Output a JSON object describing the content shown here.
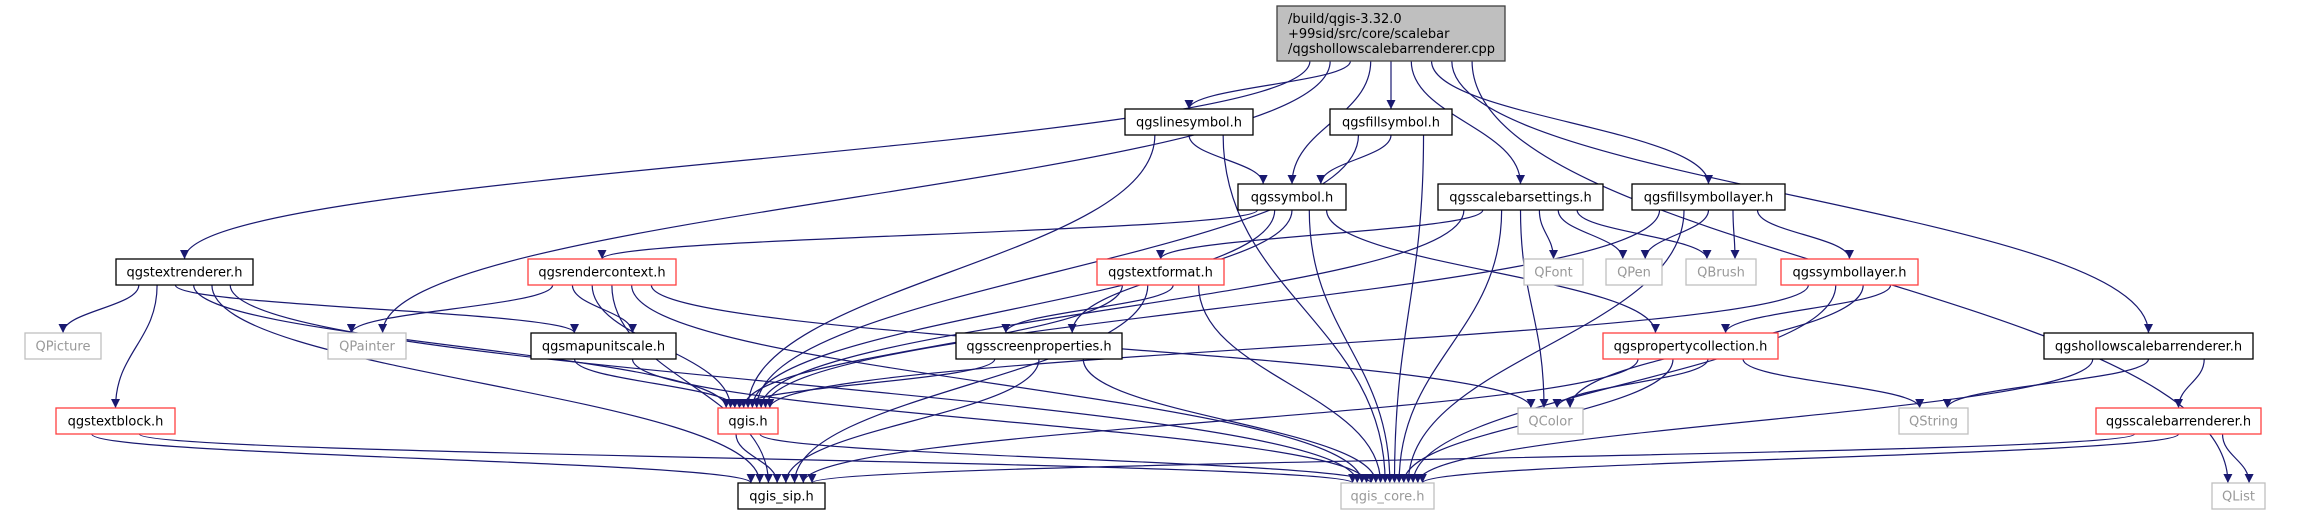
{
  "graph": {
    "type": "include-dependency-graph",
    "colors": {
      "edge": "#191970",
      "red_border": "#ff4040",
      "black_border": "#000000",
      "gray_border": "#bfbfbf",
      "gray_text": "#999999",
      "root_fill": "#bfbfbf"
    },
    "nodes": {
      "root": {
        "lines": [
          "/build/qgis-3.32.0",
          "+99sid/src/core/scalebar",
          "/qgshollowscalebarrenderer.cpp"
        ],
        "style": "root"
      },
      "qgslinesymbol": {
        "lines": [
          "qgslinesymbol.h"
        ],
        "style": "black"
      },
      "qgsfillsymbol": {
        "lines": [
          "qgsfillsymbol.h"
        ],
        "style": "black"
      },
      "qgssymbol": {
        "lines": [
          "qgssymbol.h"
        ],
        "style": "black"
      },
      "qgsscalebarsettings": {
        "lines": [
          "qgsscalebarsettings.h"
        ],
        "style": "black"
      },
      "qgsfillsymbollayer": {
        "lines": [
          "qgsfillsymbollayer.h"
        ],
        "style": "black"
      },
      "qgstextrenderer": {
        "lines": [
          "qgstextrenderer.h"
        ],
        "style": "black"
      },
      "qgsrendercontext": {
        "lines": [
          "qgsrendercontext.h"
        ],
        "style": "red"
      },
      "qgstextformat": {
        "lines": [
          "qgstextformat.h"
        ],
        "style": "red"
      },
      "QFont": {
        "lines": [
          "QFont"
        ],
        "style": "gray"
      },
      "QPen": {
        "lines": [
          "QPen"
        ],
        "style": "gray"
      },
      "QBrush": {
        "lines": [
          "QBrush"
        ],
        "style": "gray"
      },
      "qgssymbollayer": {
        "lines": [
          "qgssymbollayer.h"
        ],
        "style": "red"
      },
      "QPicture": {
        "lines": [
          "QPicture"
        ],
        "style": "gray"
      },
      "QPainter": {
        "lines": [
          "QPainter"
        ],
        "style": "gray"
      },
      "qgsmapunitscale": {
        "lines": [
          "qgsmapunitscale.h"
        ],
        "style": "black"
      },
      "qgsscreenproperties": {
        "lines": [
          "qgsscreenproperties.h"
        ],
        "style": "black"
      },
      "qgspropertycollection": {
        "lines": [
          "qgspropertycollection.h"
        ],
        "style": "red"
      },
      "qgshollowscalebarrenderer": {
        "lines": [
          "qgshollowscalebarrenderer.h"
        ],
        "style": "black"
      },
      "qgstextblock": {
        "lines": [
          "qgstextblock.h"
        ],
        "style": "red"
      },
      "qgis": {
        "lines": [
          "qgis.h"
        ],
        "style": "red"
      },
      "QColor": {
        "lines": [
          "QColor"
        ],
        "style": "gray"
      },
      "QString": {
        "lines": [
          "QString"
        ],
        "style": "gray"
      },
      "qgsscalebarrenderer": {
        "lines": [
          "qgsscalebarrenderer.h"
        ],
        "style": "red"
      },
      "qgis_sip": {
        "lines": [
          "qgis_sip.h"
        ],
        "style": "black"
      },
      "qgis_core": {
        "lines": [
          "qgis_core.h"
        ],
        "style": "gray"
      },
      "QList": {
        "lines": [
          "QList"
        ],
        "style": "gray"
      }
    },
    "edges": [
      [
        "root",
        "qgstextrenderer"
      ],
      [
        "root",
        "QPainter"
      ],
      [
        "root",
        "qgslinesymbol"
      ],
      [
        "root",
        "qgssymbol"
      ],
      [
        "root",
        "qgsfillsymbol"
      ],
      [
        "root",
        "qgsscalebarsettings"
      ],
      [
        "root",
        "qgsfillsymbollayer"
      ],
      [
        "root",
        "qgshollowscalebarrenderer"
      ],
      [
        "root",
        "QList"
      ],
      [
        "qgslinesymbol",
        "qgssymbol"
      ],
      [
        "qgslinesymbol",
        "qgis"
      ],
      [
        "qgslinesymbol",
        "qgis_core"
      ],
      [
        "qgsfillsymbol",
        "qgssymbol"
      ],
      [
        "qgsfillsymbol",
        "qgis"
      ],
      [
        "qgsfillsymbol",
        "qgis_core"
      ],
      [
        "qgssymbol",
        "qgsrendercontext"
      ],
      [
        "qgssymbol",
        "qgis"
      ],
      [
        "qgssymbol",
        "qgsscreenproperties"
      ],
      [
        "qgssymbol",
        "qgspropertycollection"
      ],
      [
        "qgssymbol",
        "qgis_core"
      ],
      [
        "qgsscalebarsettings",
        "qgstextformat"
      ],
      [
        "qgsscalebarsettings",
        "qgis"
      ],
      [
        "qgsscalebarsettings",
        "QFont"
      ],
      [
        "qgsscalebarsettings",
        "QPen"
      ],
      [
        "qgsscalebarsettings",
        "QBrush"
      ],
      [
        "qgsscalebarsettings",
        "QColor"
      ],
      [
        "qgsscalebarsettings",
        "qgis_core"
      ],
      [
        "qgsfillsymbollayer",
        "QPen"
      ],
      [
        "qgsfillsymbollayer",
        "QBrush"
      ],
      [
        "qgsfillsymbollayer",
        "qgssymbollayer"
      ],
      [
        "qgsfillsymbollayer",
        "qgis_core"
      ],
      [
        "qgsfillsymbollayer",
        "qgis"
      ],
      [
        "qgstextrenderer",
        "QPicture"
      ],
      [
        "qgstextrenderer",
        "qgsmapunitscale"
      ],
      [
        "qgstextrenderer",
        "qgis"
      ],
      [
        "qgstextrenderer",
        "qgstextblock"
      ],
      [
        "qgstextrenderer",
        "qgis_sip"
      ],
      [
        "qgstextrenderer",
        "qgis_core"
      ],
      [
        "qgsrendercontext",
        "QPainter"
      ],
      [
        "qgsrendercontext",
        "qgsmapunitscale"
      ],
      [
        "qgsrendercontext",
        "qgis"
      ],
      [
        "qgsrendercontext",
        "qgis_sip"
      ],
      [
        "qgsrendercontext",
        "qgis_core"
      ],
      [
        "qgsrendercontext",
        "QColor"
      ],
      [
        "qgstextformat",
        "qgsscreenproperties"
      ],
      [
        "qgstextformat",
        "qgis"
      ],
      [
        "qgstextformat",
        "qgis_sip"
      ],
      [
        "qgstextformat",
        "qgis_core"
      ],
      [
        "qgssymbollayer",
        "qgis"
      ],
      [
        "qgssymbollayer",
        "qgspropertycollection"
      ],
      [
        "qgssymbollayer",
        "QColor"
      ],
      [
        "qgssymbollayer",
        "qgis_core"
      ],
      [
        "qgsmapunitscale",
        "qgis"
      ],
      [
        "qgsmapunitscale",
        "qgis_core"
      ],
      [
        "qgsscreenproperties",
        "qgis"
      ],
      [
        "qgsscreenproperties",
        "qgis_sip"
      ],
      [
        "qgsscreenproperties",
        "qgis_core"
      ],
      [
        "qgspropertycollection",
        "QColor"
      ],
      [
        "qgspropertycollection",
        "QString"
      ],
      [
        "qgspropertycollection",
        "qgis_sip"
      ],
      [
        "qgspropertycollection",
        "qgis_core"
      ],
      [
        "qgshollowscalebarrenderer",
        "QString"
      ],
      [
        "qgshollowscalebarrenderer",
        "qgsscalebarrenderer"
      ],
      [
        "qgshollowscalebarrenderer",
        "qgis_core"
      ],
      [
        "qgstextblock",
        "qgis_sip"
      ],
      [
        "qgstextblock",
        "qgis_core"
      ],
      [
        "qgis",
        "qgis_sip"
      ],
      [
        "qgis",
        "qgis_core"
      ],
      [
        "qgsscalebarrenderer",
        "qgis_sip"
      ],
      [
        "qgsscalebarrenderer",
        "qgis_core"
      ],
      [
        "qgsscalebarrenderer",
        "QList"
      ]
    ]
  }
}
